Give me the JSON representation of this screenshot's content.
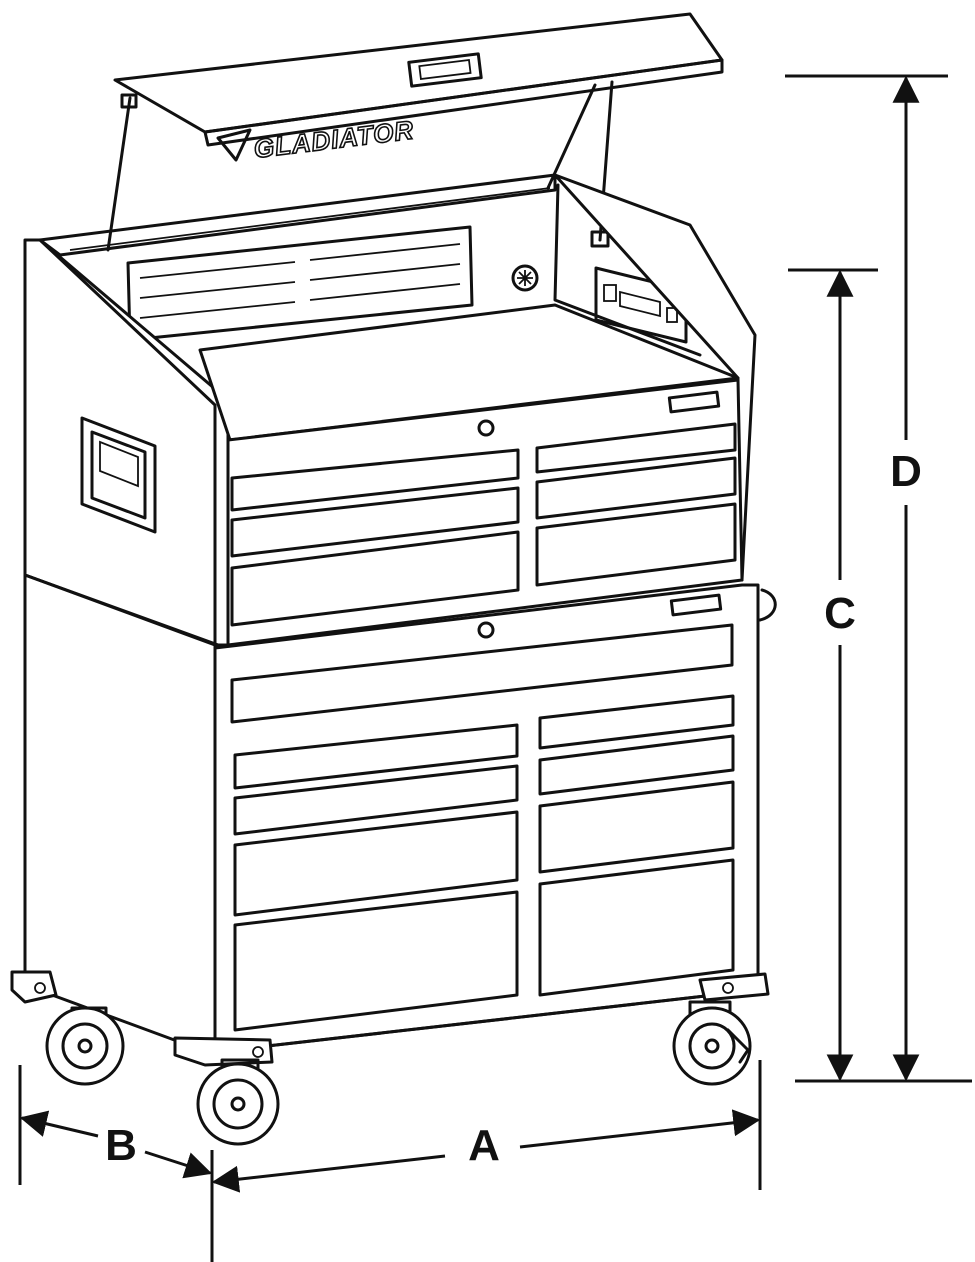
{
  "brand": {
    "logo_text": "GLADIATOR"
  },
  "dimensions": {
    "a": {
      "label": "A"
    },
    "b": {
      "label": "B"
    },
    "c": {
      "label": "C"
    },
    "d": {
      "label": "D"
    }
  },
  "colors": {
    "line": "#111111",
    "background": "#ffffff",
    "diamond_plate": "#e8e8e8"
  }
}
